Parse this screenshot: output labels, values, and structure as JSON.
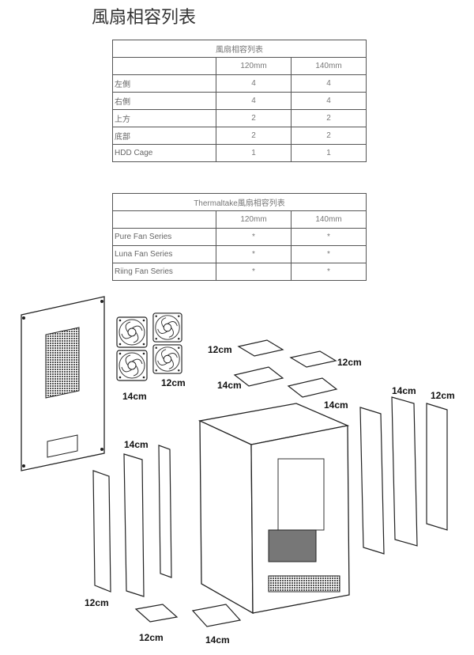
{
  "page_title": "風扇相容列表",
  "table1": {
    "caption": "風扇相容列表",
    "headers": [
      "",
      "120mm",
      "140mm"
    ],
    "rows": [
      {
        "label": "左側",
        "v120": "4",
        "v140": "4"
      },
      {
        "label": "右側",
        "v120": "4",
        "v140": "4"
      },
      {
        "label": "上方",
        "v120": "2",
        "v140": "2"
      },
      {
        "label": "底部",
        "v120": "2",
        "v140": "2"
      },
      {
        "label": "HDD Cage",
        "v120": "1",
        "v140": "1"
      }
    ]
  },
  "table2": {
    "caption": "Thermaltake風扇相容列表",
    "headers": [
      "",
      "120mm",
      "140mm"
    ],
    "rows": [
      {
        "label": "Pure Fan Series",
        "v120": "*",
        "v140": "*"
      },
      {
        "label": "Luna Fan Series",
        "v120": "*",
        "v140": "*"
      },
      {
        "label": "Riing Fan Series",
        "v120": "*",
        "v140": "*"
      }
    ]
  },
  "illustration": {
    "labels": {
      "side_140": "14cm",
      "side_120": "12cm",
      "top_120": "12cm",
      "top_120_right": "12cm",
      "top_140": "14cm",
      "top_140_right": "14cm",
      "right_140": "14cm",
      "right_120": "12cm",
      "left_140": "14cm",
      "left_120": "12cm",
      "bottom_120": "12cm",
      "bottom_140": "14cm"
    }
  }
}
